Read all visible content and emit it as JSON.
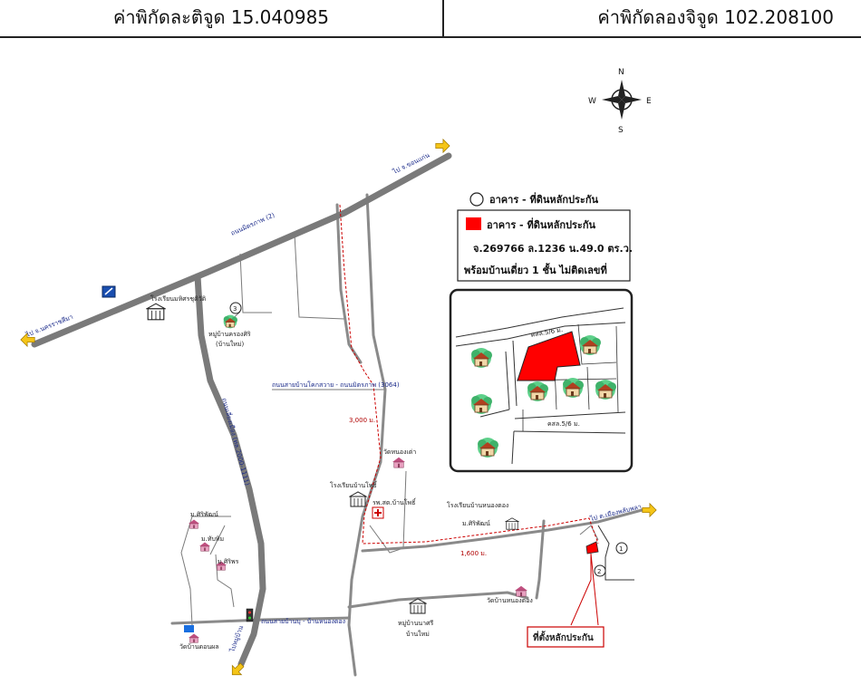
{
  "header": {
    "latitude": "ค่าพิกัดละติจูด 15.040985",
    "longitude": "ค่าพิกัดลองจิจูด 102.208100"
  },
  "compass": {
    "n": "N",
    "s": "S",
    "e": "E",
    "w": "W"
  },
  "legend": {
    "circle_label": "อาคาร - ที่ดินหลักประกัน",
    "red_label": "อาคาร - ที่ดินหลักประกัน",
    "deed": "จ.269766 ล.1236 น.49.0 ตร.ว.",
    "house": "พร้อมบ้านเดี่ยว 1 ชั้น ไม่ติดเลขที่"
  },
  "inset": {
    "road_top": "คสล.5/6 ม.",
    "road_bottom": "คสล.5/6 ม."
  },
  "roads": {
    "main_road": "ถนนมิตรภาพ (2)",
    "to_korat": "ไป จ.นครราชสีมา",
    "to_khonkaen": "ไป จ.ขอนแก่น",
    "local_road": "ถนนสายบ้านโคกสวาย - ถนนมิตรภาพ (3064)",
    "bypass": "ถนนเลี่ยงเมือง (ทล.2000-1111)",
    "bottom_road": "ถนนสายบ้านบุ - บ้านหนองตอง",
    "to_right": "ไป ต.เมืองพลับพลา",
    "to_bottom": "ไปหมู่บ้าน"
  },
  "distances": {
    "d1": "3,000 ม.",
    "d2": "1,600 ม."
  },
  "places": {
    "school_top": "โรงเรียนมหิศรชุดิวัติ",
    "village3": "หมู่บ้านครองศิริ",
    "village3_sub": "(บ้านใหม่)",
    "temple_mid": "วัดหนองเต่า",
    "school_mid": "โรงเรียนบ้านโพธิ์",
    "hospital": "รพ.สต.บ้านโพธิ์",
    "school_right": "โรงเรียนบ้านหนองตอง",
    "temple_right": "ม.ศิริพัฒน์",
    "temple_right2": "วัดบ้านหนองตอง",
    "village_bottom": "หมู่บ้านนาศรี",
    "village_bottom_sub": "บ้านใหม่",
    "left1": "ม.ศิริพัฒน์",
    "left2": "ม.ทับทิม",
    "left3": "ม.ศิริพร",
    "temple_bottom_left": "วัดบ้านดอนผล"
  },
  "markers": {
    "m1": "1",
    "m2": "2",
    "m3": "3"
  },
  "target_label": "ที่ตั้งหลักประกัน",
  "colors": {
    "road_main": "#7a7a7a",
    "collateral_red": "#ff0000",
    "trace_red": "#cc0000",
    "arrow_yellow": "#f5c518",
    "road_label_blue": "#1a2a8a",
    "house_green": "#3fbf6f"
  }
}
